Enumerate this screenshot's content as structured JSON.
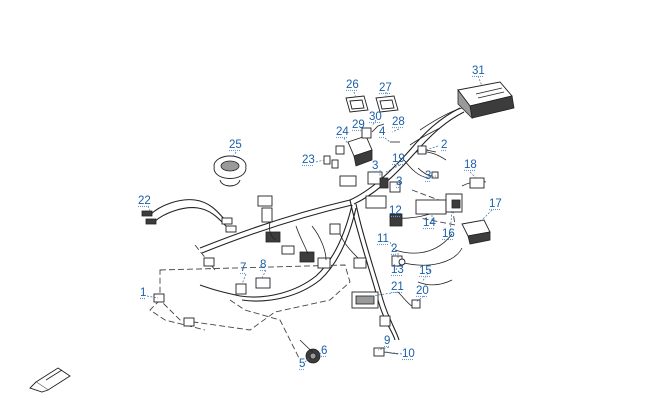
{
  "diagram": {
    "callouts": [
      {
        "id": "c1",
        "label": "1"
      },
      {
        "id": "c2a",
        "label": "2"
      },
      {
        "id": "c2b",
        "label": "2"
      },
      {
        "id": "c3a",
        "label": "3"
      },
      {
        "id": "c3b",
        "label": "3"
      },
      {
        "id": "c3c",
        "label": "3"
      },
      {
        "id": "c4",
        "label": "4"
      },
      {
        "id": "c5",
        "label": "5"
      },
      {
        "id": "c6",
        "label": "6"
      },
      {
        "id": "c7",
        "label": "7"
      },
      {
        "id": "c8",
        "label": "8"
      },
      {
        "id": "c9",
        "label": "9"
      },
      {
        "id": "c10",
        "label": "10"
      },
      {
        "id": "c11",
        "label": "11"
      },
      {
        "id": "c12",
        "label": "12"
      },
      {
        "id": "c13",
        "label": "13"
      },
      {
        "id": "c14",
        "label": "14"
      },
      {
        "id": "c15",
        "label": "15"
      },
      {
        "id": "c16",
        "label": "16"
      },
      {
        "id": "c17",
        "label": "17"
      },
      {
        "id": "c18",
        "label": "18"
      },
      {
        "id": "c19",
        "label": "19"
      },
      {
        "id": "c20",
        "label": "20"
      },
      {
        "id": "c21",
        "label": "21"
      },
      {
        "id": "c22",
        "label": "22"
      },
      {
        "id": "c23",
        "label": "23"
      },
      {
        "id": "c24",
        "label": "24"
      },
      {
        "id": "c25",
        "label": "25"
      },
      {
        "id": "c26",
        "label": "26"
      },
      {
        "id": "c27",
        "label": "27"
      },
      {
        "id": "c28",
        "label": "28"
      },
      {
        "id": "c29",
        "label": "29"
      },
      {
        "id": "c30",
        "label": "30"
      },
      {
        "id": "c31",
        "label": "31"
      }
    ]
  }
}
